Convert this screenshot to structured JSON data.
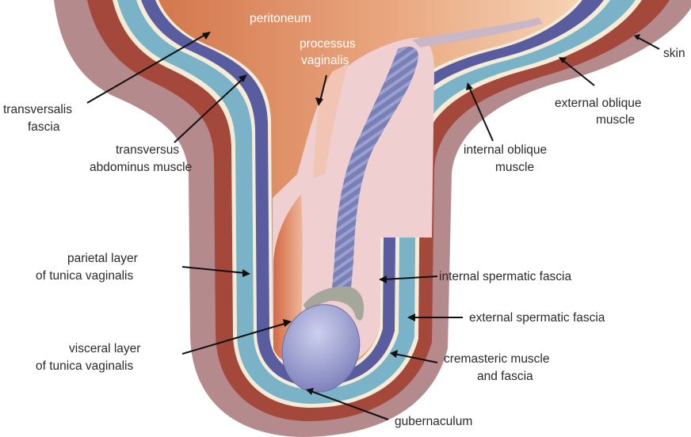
{
  "labels": {
    "peritoneum": "peritoneum",
    "processus_line1": "processus",
    "processus_line2": "vaginalis",
    "skin": "skin",
    "transversalis_line1": "transversalis",
    "transversalis_line2": "fascia",
    "external_oblique_line1": "external oblique",
    "external_oblique_line2": "muscle",
    "transversus_line1": "transversus",
    "transversus_line2": "abdominus muscle",
    "internal_oblique_line1": "internal oblique",
    "internal_oblique_line2": "muscle",
    "parietal_line1": "parietal layer",
    "parietal_line2": "of tunica vaginalis",
    "internal_spermatic": "internal spermatic fascia",
    "external_spermatic": "external spermatic fascia",
    "visceral_line1": "visceral layer",
    "visceral_line2": "of tunica vaginalis",
    "cremasteric_line1": "cremasteric muscle",
    "cremasteric_line2": "and fascia",
    "gubernaculum": "gubernaculum"
  },
  "colors": {
    "skin": "#b58a8c",
    "external_oblique": "#a5483c",
    "cream_layer": "#f4ecd6",
    "cremasteric_blue": "#7ab3c8",
    "internal_spermatic_navy": "#5a5ca0",
    "peritoneal_cavity": "#d98860",
    "processus_pink": "#f0cfd0",
    "testis": "#9b9fcf",
    "epididymis": "#a5a79a",
    "spermatic_cord": "#7a80b6"
  }
}
